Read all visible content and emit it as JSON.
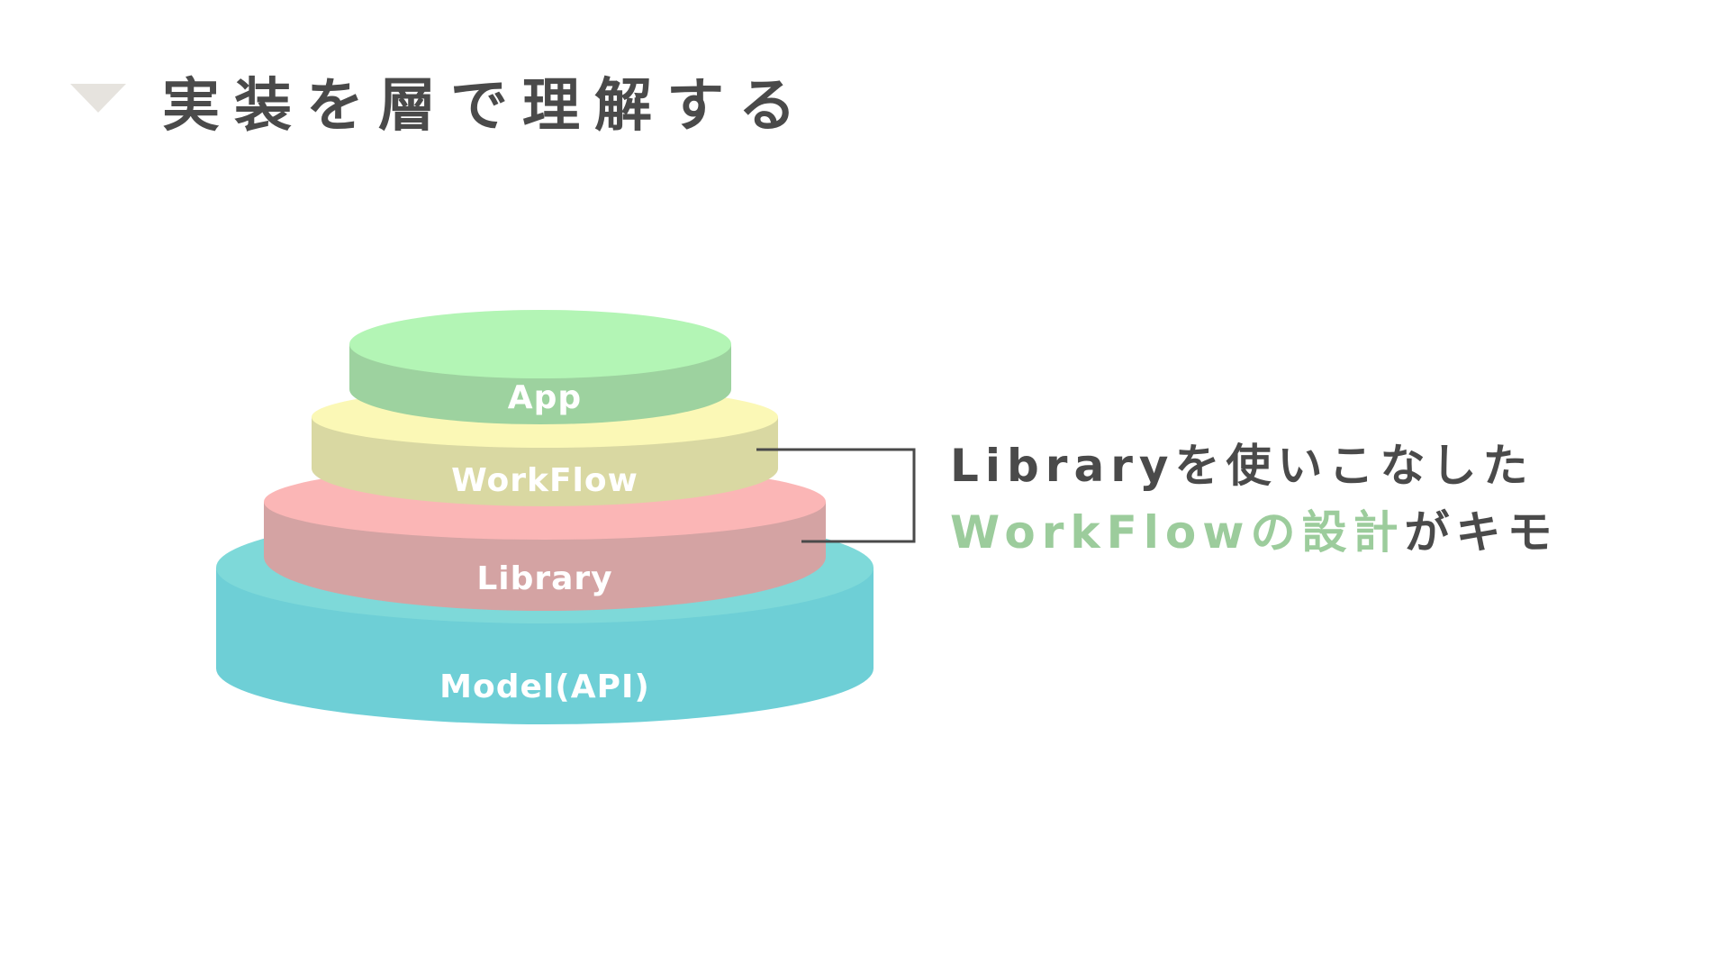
{
  "title": "実装を層で理解する",
  "layers": [
    {
      "label": "App",
      "top_color": "#b3f5b5",
      "side_color": "#9dd29f"
    },
    {
      "label": "WorkFlow",
      "top_color": "#fbf8b6",
      "side_color": "#d9d8a2"
    },
    {
      "label": "Library",
      "top_color": "#fbb6b6",
      "side_color": "#d4a3a3"
    },
    {
      "label": "Model(API)",
      "top_color": "#7ed9d9",
      "side_color": "#6ecfd6"
    }
  ],
  "note": {
    "line1": "Libraryを使いこなした",
    "line2_highlight": "WorkFlowの設計",
    "line2_rest": "がキモ"
  },
  "colors": {
    "text_dark": "#4a4a4a",
    "highlight_green": "#9ccc9c",
    "marker": "#e6e3de",
    "bracket": "#4a4a4a"
  }
}
